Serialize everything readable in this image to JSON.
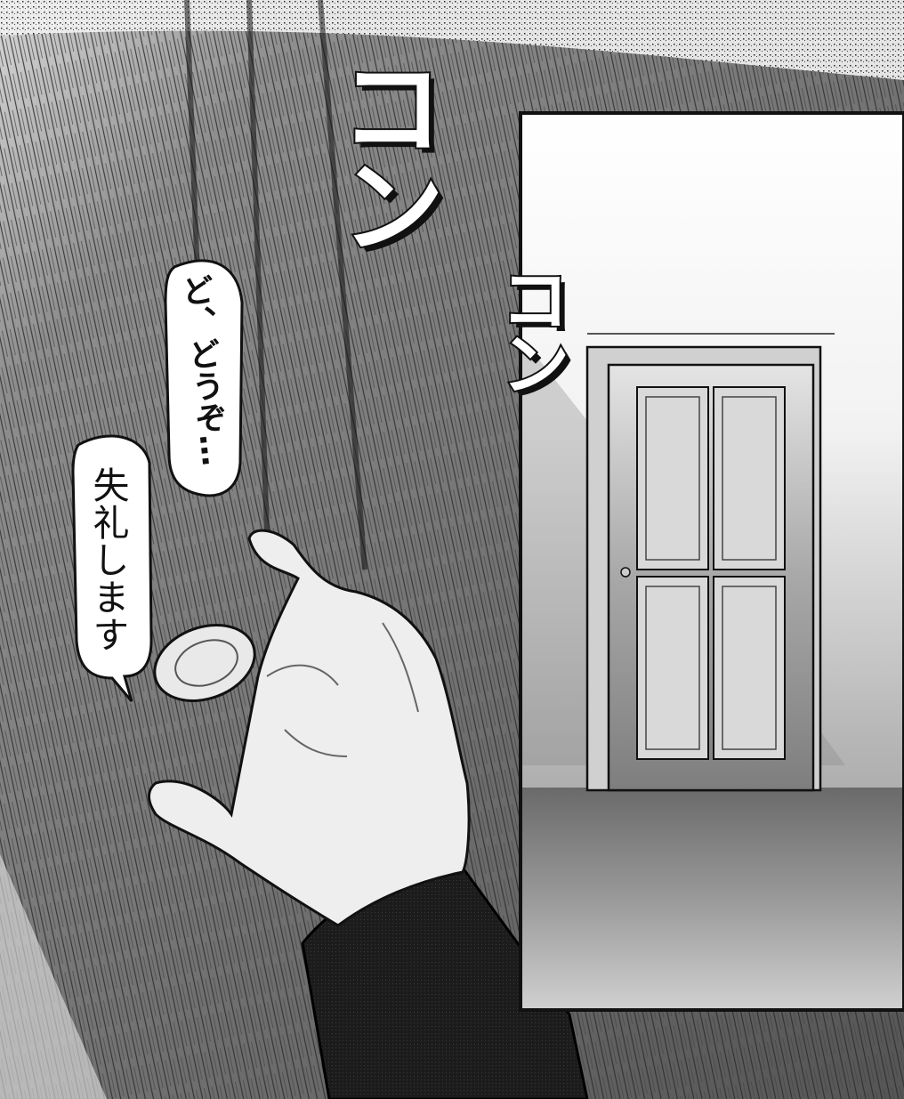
{
  "sound_effects": {
    "knock_large": "コン",
    "knock_small": "コン"
  },
  "dialogue": {
    "whisper": "ど、どうぞ…",
    "polite": "失礼します"
  },
  "colors": {
    "ink": "#111111",
    "paper": "#ffffff",
    "wall_tone": "#757575",
    "sleeve": "#1c1c1c"
  }
}
